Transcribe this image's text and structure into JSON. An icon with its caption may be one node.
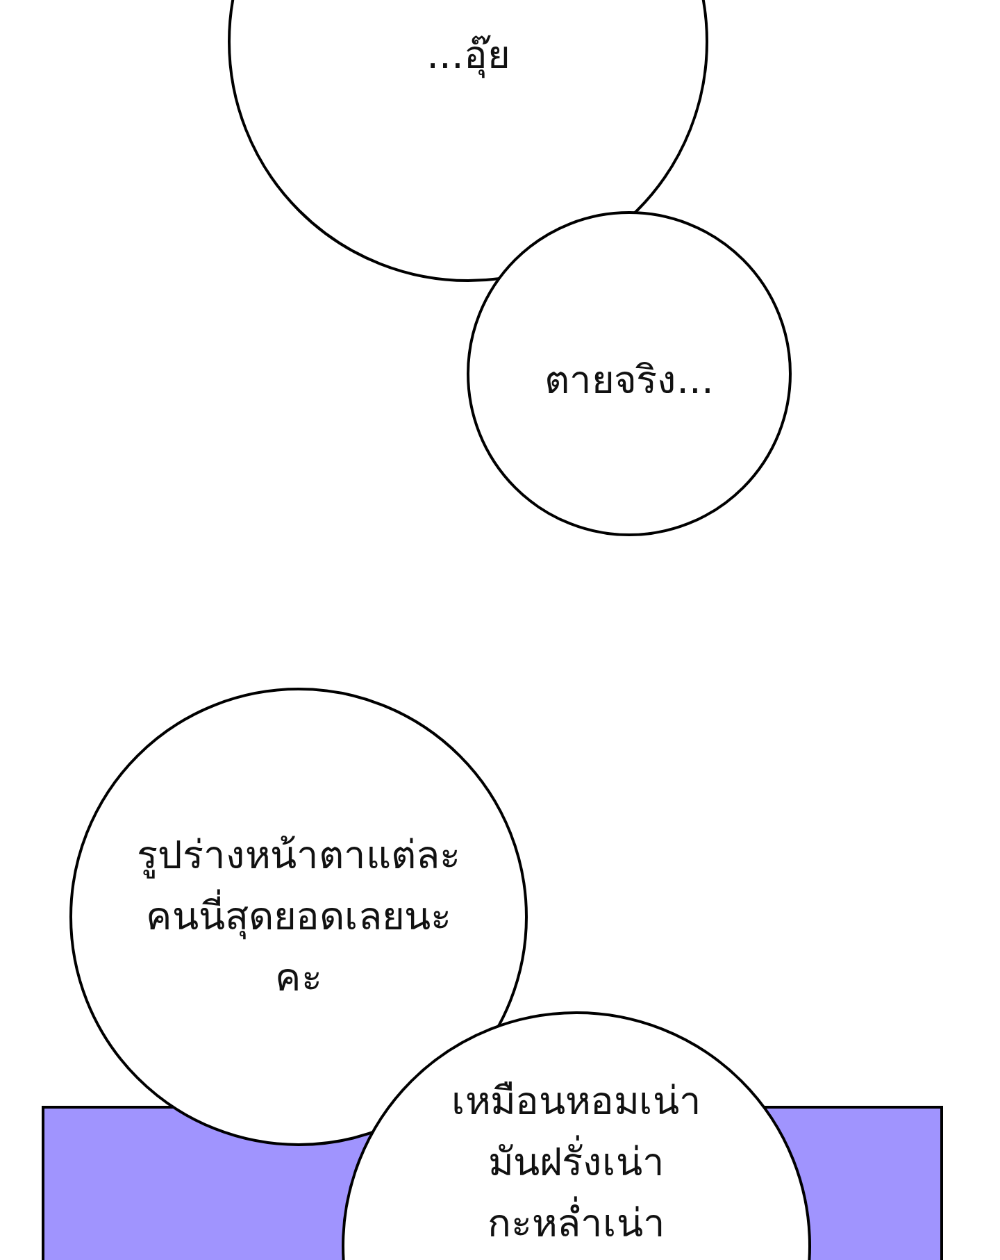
{
  "diagram": {
    "nodes": [
      {
        "text": [
          "...อุ๊ย"
        ]
      },
      {
        "text": [
          "ตายจริง..."
        ]
      },
      {
        "text": [
          "รูปร่างหน้าตาแต่ละคนนี่สุดยอดเลยนะคะ"
        ]
      },
      {
        "text": [
          "เหมือนหอมเน่ามันฝรั่งเน่า กะหล่ำเน่า"
        ]
      }
    ]
  }
}
